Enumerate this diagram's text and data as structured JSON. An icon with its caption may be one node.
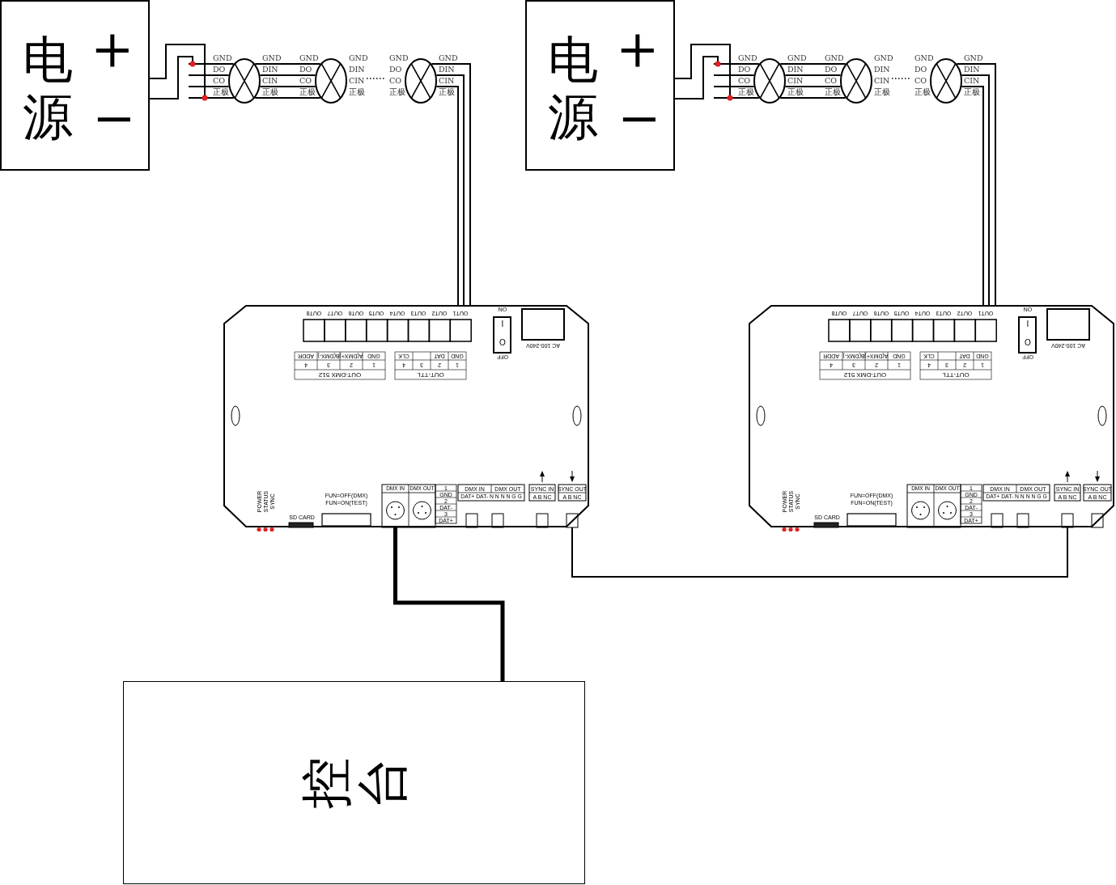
{
  "diagram": {
    "nodes": [
      {
        "text": [
          "电源",
          "+",
          "−"
        ]
      },
      {
        "text": [],
        "shape": "circle",
        "beside": [
          "GND",
          "DO",
          "CO",
          "正极",
          "GND",
          "DIN",
          "CIN",
          "正极"
        ]
      },
      {
        "text": [],
        "shape": "circle",
        "beside": [
          "GND",
          "DO",
          "CO",
          "正极",
          "GND",
          "DIN",
          "CIN",
          "正极"
        ]
      },
      {
        "text": [],
        "shape": "circle",
        "beside": [
          "GND",
          "DO",
          "CO",
          "正极",
          "GND",
          "DIN",
          "CIN",
          "正极"
        ]
      },
      {
        "text": [
          "电源",
          "+",
          "−"
        ]
      },
      {
        "text": [],
        "shape": "circle",
        "beside": [
          "GND",
          "DO",
          "CO",
          "正极",
          "GND",
          "DIN",
          "CIN",
          "正极"
        ]
      },
      {
        "text": [],
        "shape": "circle",
        "beside": [
          "GND",
          "DO",
          "CO",
          "正极",
          "GND",
          "DIN",
          "CIN",
          "正极"
        ]
      },
      {
        "text": [],
        "shape": "circle",
        "beside": [
          "GND",
          "DO",
          "CO",
          "正极",
          "GND",
          "DIN",
          "CIN",
          "正极"
        ]
      },
      {
        "text": [],
        "shape": "box"
      },
      {
        "text": [],
        "shape": "box"
      },
      {
        "text": [
          "控台"
        ]
      }
    ],
    "edges": [
      {
        "from": 0,
        "to": 1,
        "arrow": "none"
      },
      {
        "from": 1,
        "to": 2,
        "arrow": "none"
      },
      {
        "from": 2,
        "to": 3,
        "arrow": "none",
        "style": "dashed"
      },
      {
        "from": 3,
        "to": 8,
        "arrow": "none"
      },
      {
        "from": 4,
        "to": 5,
        "arrow": "none"
      },
      {
        "from": 5,
        "to": 6,
        "arrow": "none"
      },
      {
        "from": 6,
        "to": 7,
        "arrow": "none",
        "style": "dashed"
      },
      {
        "from": 7,
        "to": 9,
        "arrow": "none"
      },
      {
        "from": 8,
        "to": 10,
        "arrow": "none",
        "style": "thick"
      },
      {
        "from": 8,
        "to": 9,
        "arrow": "none"
      }
    ],
    "labels": [
      "OUT1",
      "OUT2",
      "OUT3",
      "OUT4",
      "OUT5",
      "OUT6",
      "OUT7",
      "OUT8",
      "ON",
      "I",
      "O",
      "OFF",
      "AC 100-240V",
      "GND",
      "A(DMX+)",
      "B(DMX-)",
      "ADDR",
      "1",
      "2",
      "3",
      "4",
      "OUT-DMX 512",
      "GND",
      "DAT",
      "CLK",
      "1",
      "2",
      "3",
      "4",
      "OUT-TTL",
      "POWER",
      "STATUS",
      "SYNC",
      "SD CARD",
      "FUN=OFF(DMX)",
      "FUN=ON(TEST)",
      "DMX IN",
      "DMX OUT",
      "1",
      "GND",
      "2",
      "DAT-",
      "3",
      "DAT+",
      "DMX IN",
      "DMX OUT",
      "DAT+ DAT- N N N N G G",
      "SYNC IN",
      "A B NC",
      "SYNC OUT",
      "A B NC",
      "OUT1",
      "OUT2",
      "OUT3",
      "OUT4",
      "OUT5",
      "OUT6",
      "OUT7",
      "OUT8",
      "ON",
      "I",
      "O",
      "OFF",
      "AC 100-240V",
      "GND",
      "A(DMX+)",
      "B(DMX-)",
      "ADDR",
      "1",
      "2",
      "3",
      "4",
      "OUT-DMX 512",
      "GND",
      "DAT",
      "CLK",
      "1",
      "2",
      "3",
      "4",
      "OUT-TTL",
      "POWER",
      "STATUS",
      "SYNC",
      "SD CARD",
      "FUN=OFF(DMX)",
      "FUN=ON(TEST)",
      "DMX IN",
      "DMX OUT",
      "1",
      "GND",
      "2",
      "DAT-",
      "3",
      "DAT+",
      "DMX IN",
      "DMX OUT",
      "DAT+ DAT- N N N N G G",
      "SYNC IN",
      "A B NC",
      "SYNC OUT",
      "A B NC"
    ]
  }
}
